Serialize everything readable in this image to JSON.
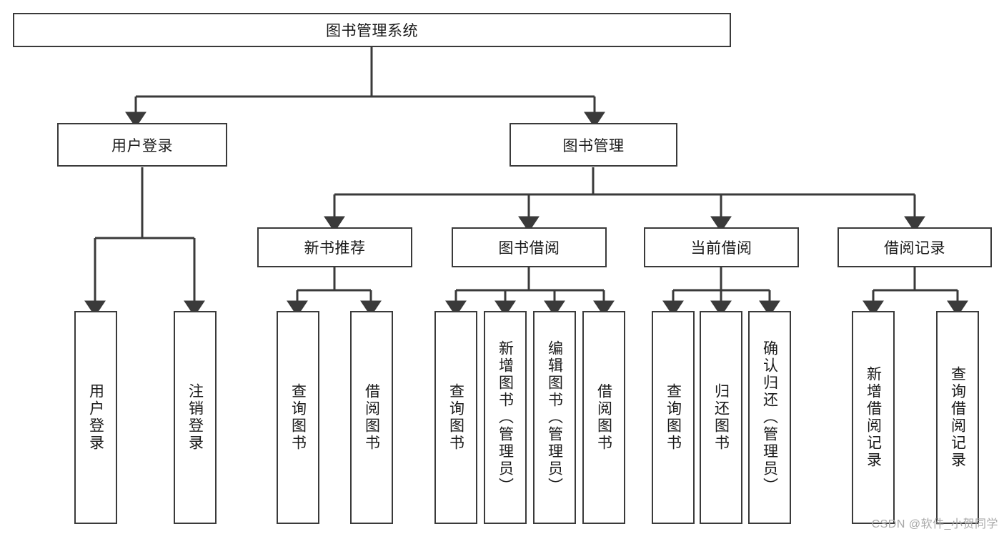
{
  "diagram": {
    "title": "图书管理系统",
    "type": "tree",
    "watermark": "CSDN @软件_小贺同学",
    "colors": {
      "stroke": "#3a3a3a",
      "fill": "#ffffff",
      "text": "#1a1a1a",
      "watermark": "#a8a8a8"
    },
    "nodes": {
      "root": {
        "label": "图书管理系统"
      },
      "level1": [
        {
          "label": "用户登录"
        },
        {
          "label": "图书管理"
        }
      ],
      "level2": [
        {
          "label": "新书推荐"
        },
        {
          "label": "图书借阅"
        },
        {
          "label": "当前借阅"
        },
        {
          "label": "借阅记录"
        }
      ],
      "login_leaves": [
        {
          "label": "用户登录"
        },
        {
          "label": "注销登录"
        }
      ],
      "recommend_leaves": [
        {
          "label": "查询图书"
        },
        {
          "label": "借阅图书"
        }
      ],
      "borrow_leaves": [
        {
          "label": "查询图书"
        },
        {
          "label": "新增图书（管理员）"
        },
        {
          "label": "编辑图书（管理员）"
        },
        {
          "label": "借阅图书"
        }
      ],
      "current_leaves": [
        {
          "label": "查询图书"
        },
        {
          "label": "归还图书"
        },
        {
          "label": "确认归还（管理员）"
        }
      ],
      "record_leaves": [
        {
          "label": "新增借阅记录"
        },
        {
          "label": "查询借阅记录"
        }
      ]
    }
  }
}
